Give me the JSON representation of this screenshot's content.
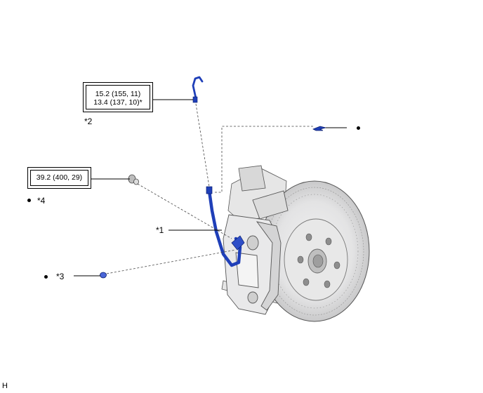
{
  "callouts": {
    "c1": "*1",
    "c2": "*2",
    "c3": "*3",
    "c4": "*4"
  },
  "torque_specs": {
    "hose_union": [
      "15.2 (155, 11)",
      "13.4 (137, 10)*"
    ],
    "bleeder_plug": [
      "39.2 (400, 29)"
    ]
  },
  "corner_mark": "H",
  "colors": {
    "part_blue": "#1f3fb8",
    "disc_gray": "#d9dadb",
    "line": "#000000"
  }
}
